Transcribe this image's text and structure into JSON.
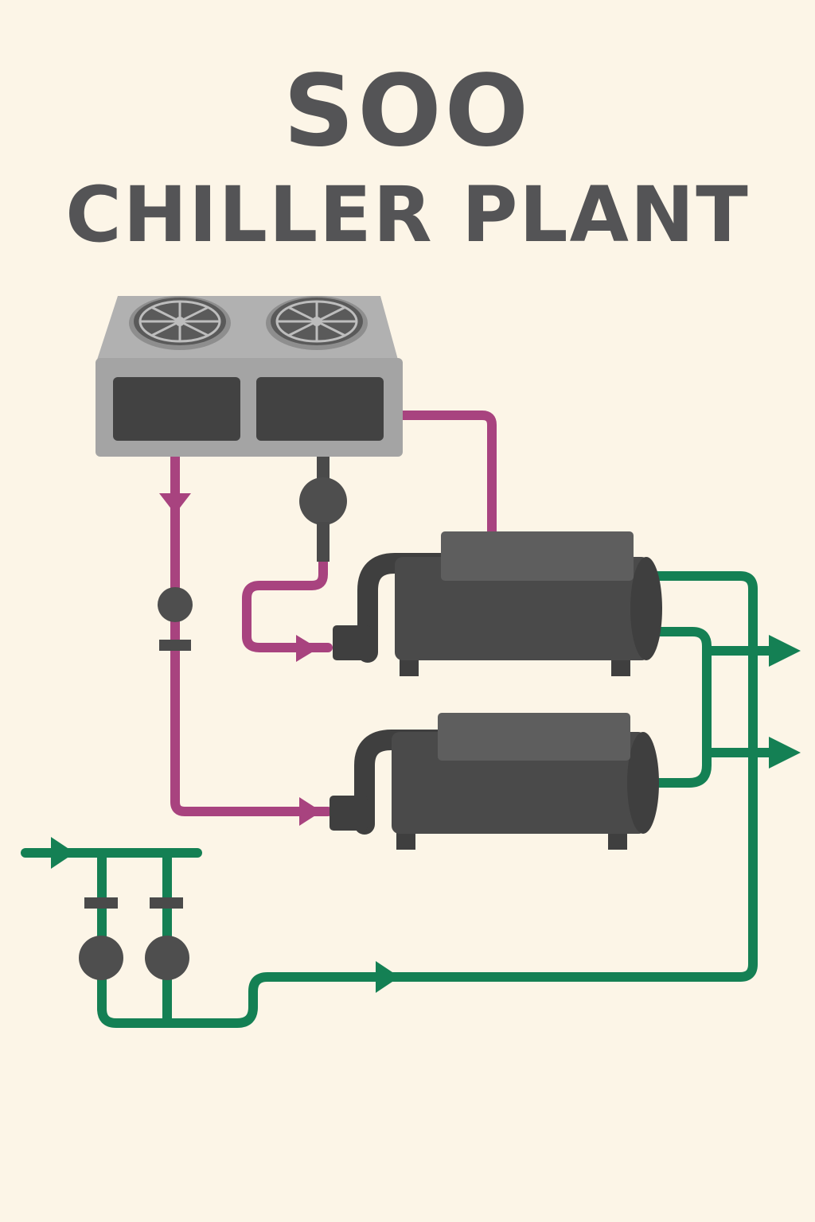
{
  "title": {
    "line1": "SOO",
    "line2": "CHILLER PLANT"
  },
  "colors": {
    "background": "#fcf5e7",
    "title_text": "#545456",
    "refrigerant_pipe": "#a8437f",
    "chilled_water_pipe": "#148054",
    "equipment_dark": "#4a4a4a",
    "equipment_top": "#5e5e5e",
    "condenser_body": "#a4a4a4"
  },
  "components": {
    "condenser_unit": {
      "fans": 2,
      "coil_panels": 2
    },
    "chillers": 2,
    "refrigerant_pumps": 2,
    "chilled_water_pumps": 2,
    "chilled_water_outlets": 2
  },
  "icons": [
    "fan-icon",
    "pump-icon",
    "valve-icon",
    "flow-arrow-icon"
  ]
}
